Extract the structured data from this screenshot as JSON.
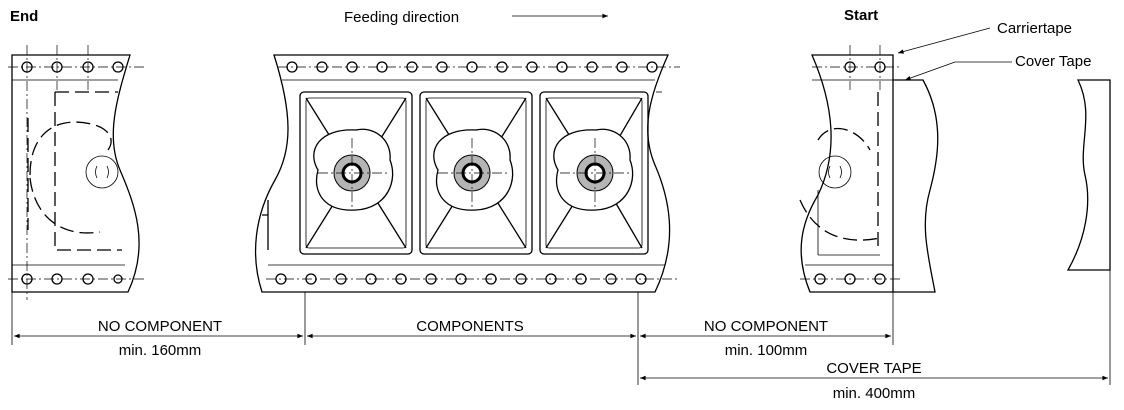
{
  "labels": {
    "end": "End",
    "start": "Start",
    "feeding_direction": "Feeding direction",
    "carrier_tape": "Carriertape",
    "cover_tape": "Cover Tape"
  },
  "dimensions": {
    "trailer_label": "NO COMPONENT",
    "trailer_value": "min. 160mm",
    "components_label": "COMPONENTS",
    "leader_label": "NO COMPONENT",
    "leader_value": "min. 100mm",
    "cover_label": "COVER TAPE",
    "cover_value": "min. 400mm"
  }
}
